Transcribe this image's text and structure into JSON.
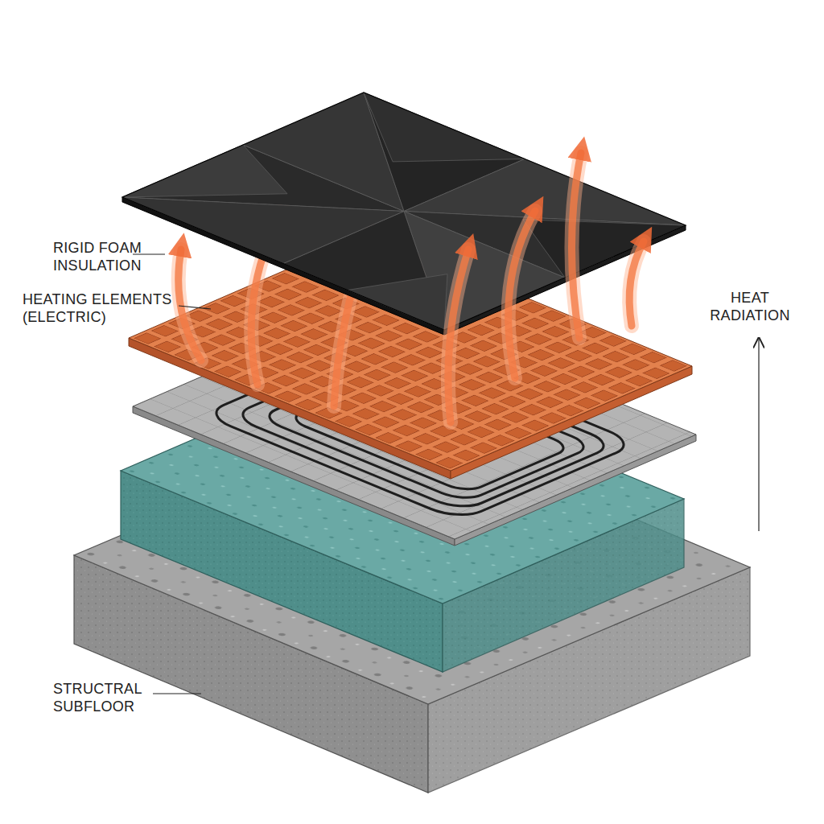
{
  "diagram": {
    "labels": [
      "RIGID FOAM INSULATION",
      "HEATING ELEMENTS (ELECTRIC)",
      "HEAT RADIATION",
      "STRUCTRAL SUBFLOOR"
    ]
  }
}
